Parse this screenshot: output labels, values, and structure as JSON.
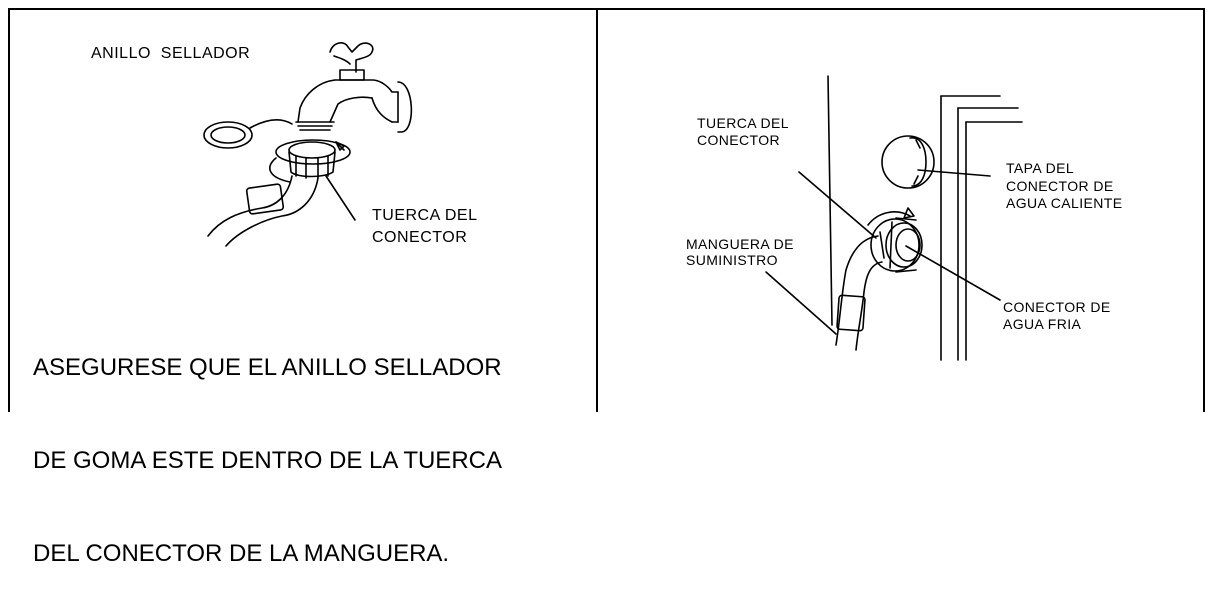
{
  "left_panel": {
    "label_sealing_ring": "ANILLO  SELLADOR",
    "label_connector_nut_line1": "TUERCA DEL",
    "label_connector_nut_line2": "CONECTOR",
    "note_line1": "ASEGURESE QUE EL ANILLO SELLADOR",
    "note_line2": "DE GOMA ESTE DENTRO DE LA TUERCA",
    "note_line3": "DEL CONECTOR DE LA MANGUERA."
  },
  "right_panel": {
    "label_connector_nut_line1": "TUERCA DEL",
    "label_connector_nut_line2": "CONECTOR",
    "label_supply_hose_line1": "MANGUERA DE",
    "label_supply_hose_line2": "SUMINISTRO",
    "label_hot_cap_line1": "TAPA DEL",
    "label_hot_cap_line2": "CONECTOR DE",
    "label_hot_cap_line3": "AGUA CALIENTE",
    "label_cold_connector_line1": "CONECTOR DE",
    "label_cold_connector_line2": "AGUA FRIA"
  }
}
